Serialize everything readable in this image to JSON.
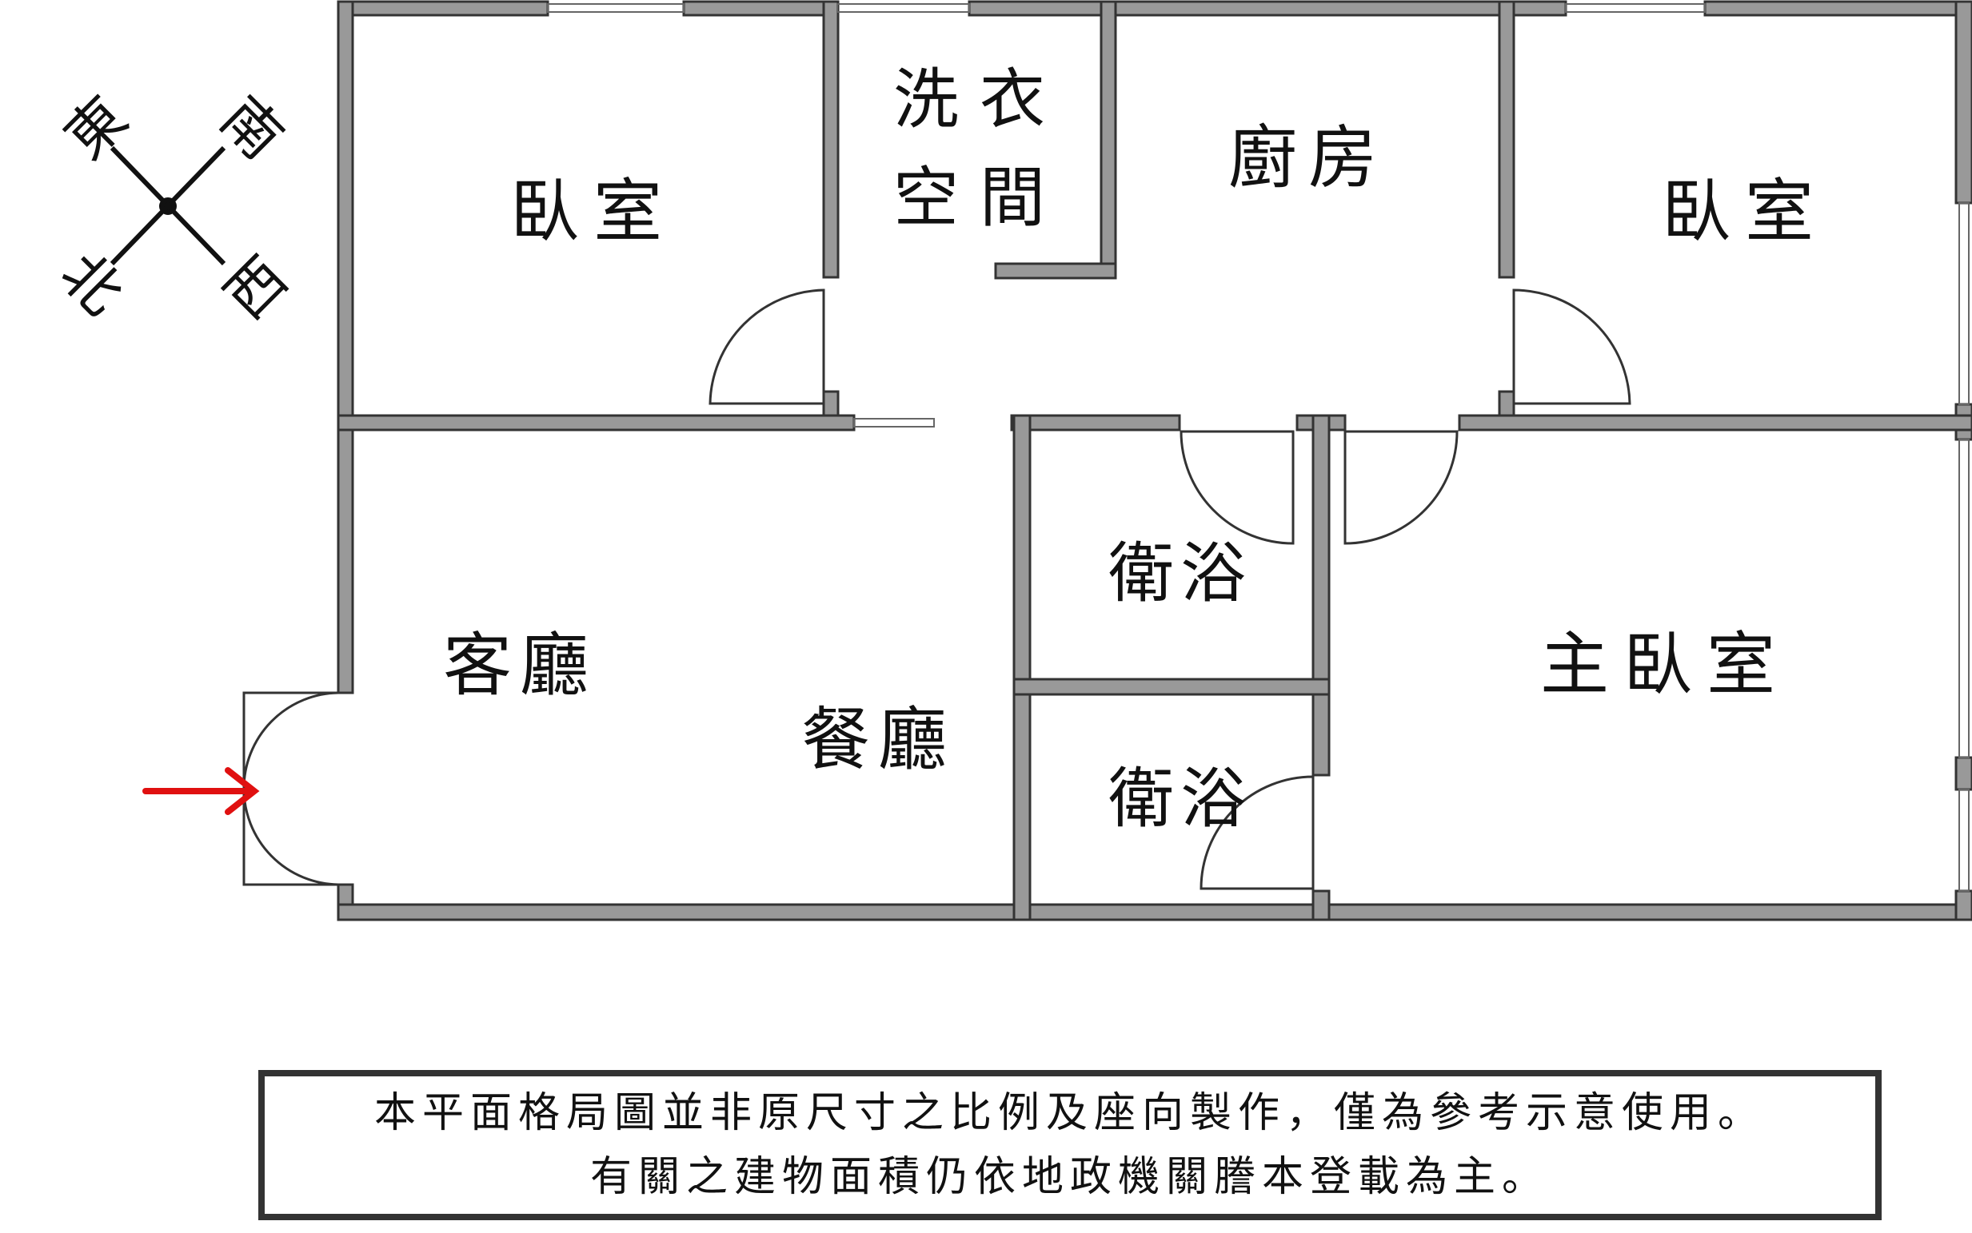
{
  "colors": {
    "wall_fill": "#999999",
    "wall_stroke": "#333333",
    "entry_arrow": "#e01010",
    "text": "#111111"
  },
  "compass": {
    "east": "東",
    "south": "南",
    "north": "北",
    "west": "西"
  },
  "rooms": {
    "bedroom_nw": "臥室",
    "laundry_line1": "洗 衣",
    "laundry_line2": "空 間",
    "kitchen": "廚房",
    "bedroom_ne": "臥室",
    "living_room": "客廳",
    "dining_room": "餐廳",
    "bathroom_upper": "衛浴",
    "bathroom_lower": "衛浴",
    "master_bedroom": "主臥室"
  },
  "note": {
    "line1": "本平面格局圖並非原尺寸之比例及座向製作，僅為參考示意使用。",
    "line2": "有關之建物面積仍依地政機關謄本登載為主。"
  }
}
